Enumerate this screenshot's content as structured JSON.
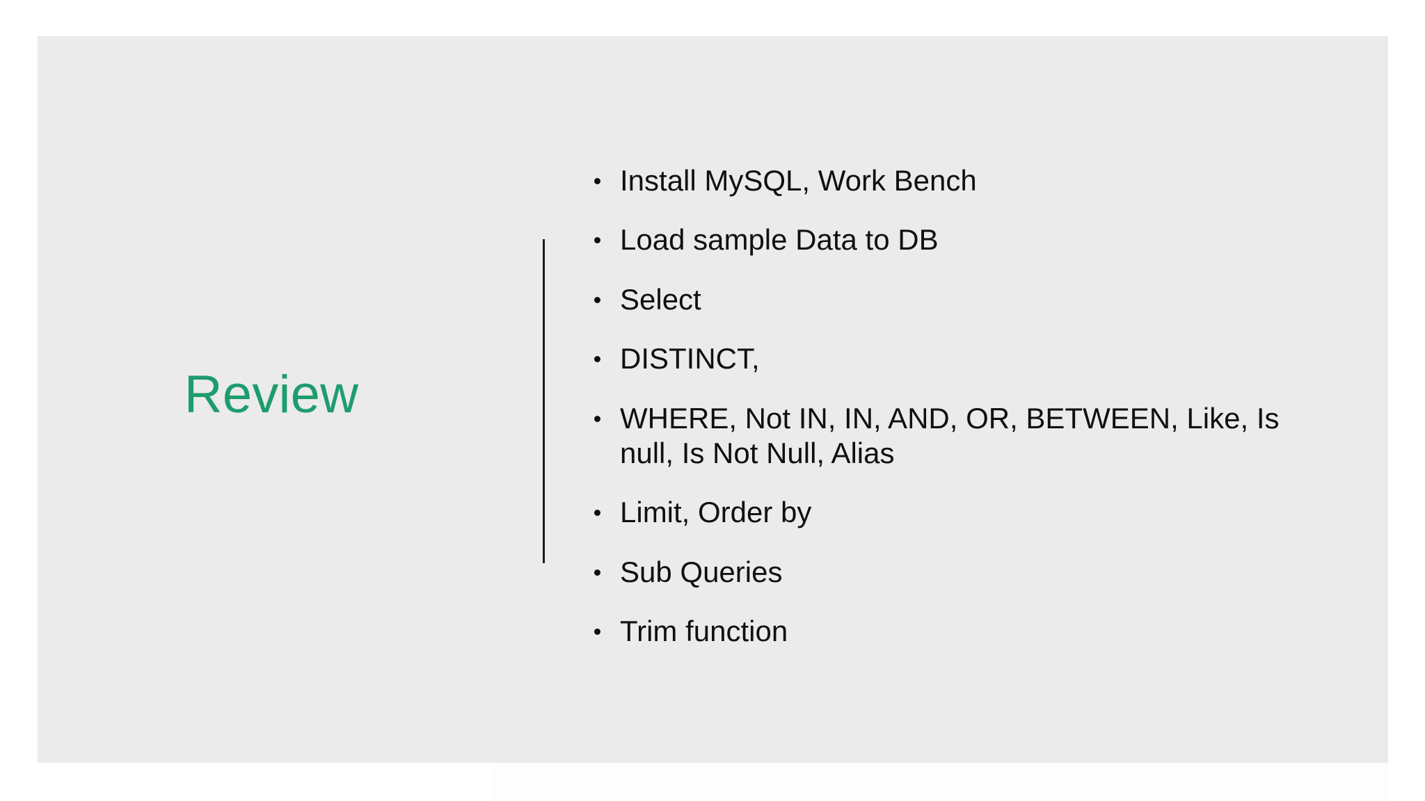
{
  "slide": {
    "title": "Review",
    "theme": {
      "panel_background": "#ebebeb",
      "page_background": "#ffffff",
      "title_color": "#1E9C6E",
      "body_text_color": "#101010",
      "divider_color": "#1a1a1a"
    },
    "divider": {
      "orientation": "vertical",
      "name": "title-body-separator"
    },
    "bullets": [
      {
        "text": "Install MySQL, Work Bench"
      },
      {
        "text": "Load sample Data to DB"
      },
      {
        "text": "Select"
      },
      {
        "text": "DISTINCT,"
      },
      {
        "text": "WHERE, Not IN, IN, AND, OR, BETWEEN, Like, Is null, Is Not Null, Alias"
      },
      {
        "text": "Limit, Order by"
      },
      {
        "text": "Sub Queries"
      },
      {
        "text": "Trim function"
      }
    ]
  }
}
